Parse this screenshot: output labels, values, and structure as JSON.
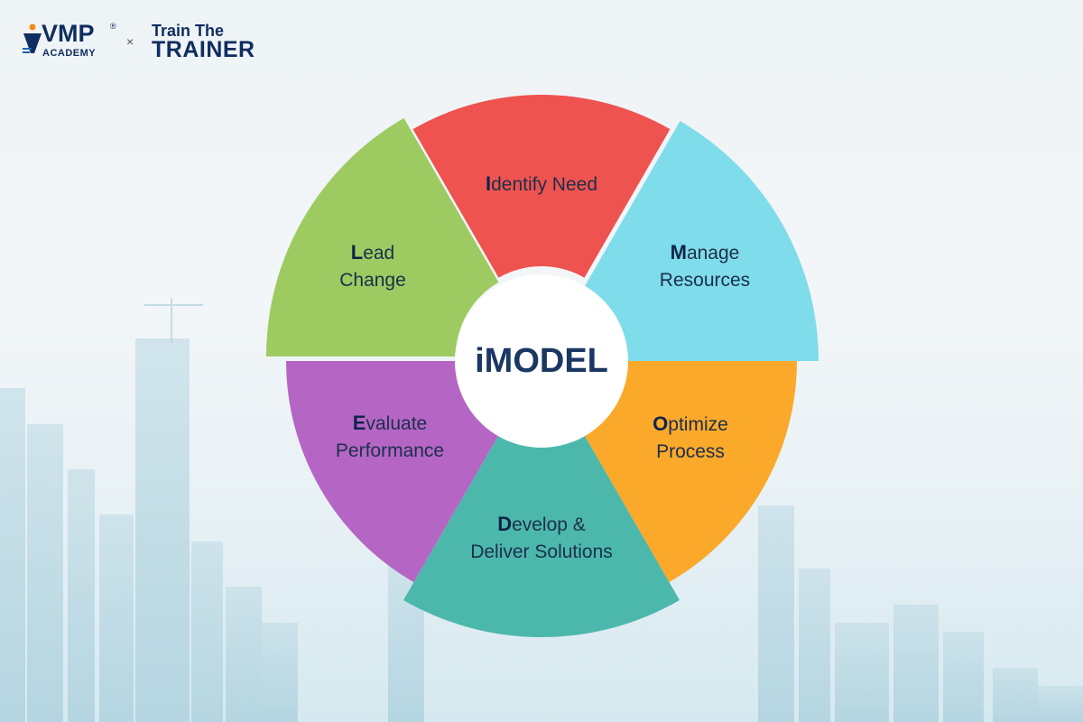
{
  "header": {
    "brand_main": "VMP",
    "brand_sub": "ACADEMY",
    "brand_mark": "®",
    "separator": "×",
    "partner_top": "Train The",
    "partner_bottom": "TRAINER"
  },
  "diagram": {
    "center": "iMODEL",
    "segments": [
      {
        "id": "identify",
        "initial": "I",
        "lines": [
          "dentify Need"
        ],
        "color": "#ef5350"
      },
      {
        "id": "manage",
        "initial": "M",
        "lines": [
          "anage",
          "Resources"
        ],
        "color": "#7fdcea"
      },
      {
        "id": "optimize",
        "initial": "O",
        "lines": [
          "ptimize",
          "Process"
        ],
        "color": "#fba92b"
      },
      {
        "id": "develop",
        "initial": "D",
        "lines": [
          "evelop &",
          "Deliver Solutions"
        ],
        "color": "#4cb8ac"
      },
      {
        "id": "evaluate",
        "initial": "E",
        "lines": [
          "valuate",
          "Performance"
        ],
        "color": "#b566c5"
      },
      {
        "id": "lead",
        "initial": "L",
        "lines": [
          "ead",
          "Change"
        ],
        "color": "#9dcb62"
      }
    ]
  }
}
